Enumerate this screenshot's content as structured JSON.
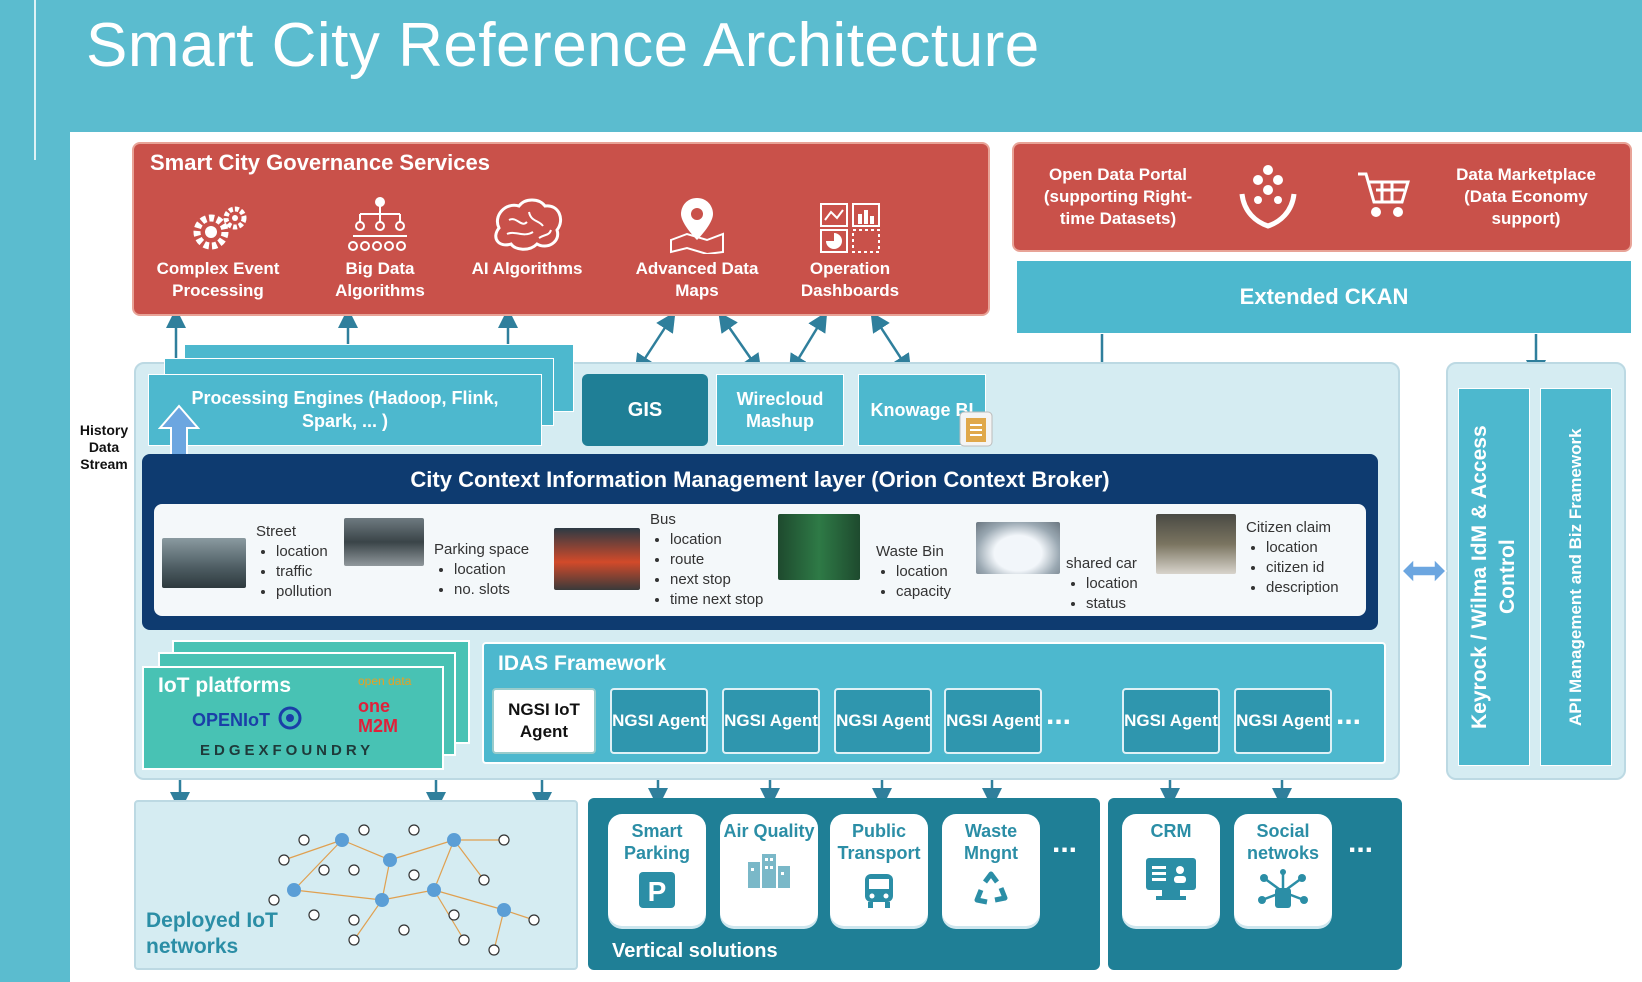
{
  "title": "Smart City Reference Architecture",
  "governance": {
    "title": "Smart City Governance Services",
    "items": [
      {
        "label": "Complex Event Processing",
        "icon": "gears-icon"
      },
      {
        "label": "Big Data Algorithms",
        "icon": "hierarchy-icon"
      },
      {
        "label": "AI Algorithms",
        "icon": "brain-icon"
      },
      {
        "label": "Advanced Data Maps",
        "icon": "map-pin-icon"
      },
      {
        "label": "Operation Dashboards",
        "icon": "dashboard-icon"
      }
    ]
  },
  "open_data": {
    "portal": "Open Data Portal (supporting Right-time Datasets)",
    "marketplace": "Data Marketplace (Data Economy support)",
    "ckan": "Extended CKAN"
  },
  "processing": "Processing Engines (Hadoop, Flink, Spark, ... )",
  "tools": [
    "GIS",
    "Wirecloud Mashup",
    "Knowage BI"
  ],
  "history_label": "History Data Stream",
  "context": {
    "title": "City Context Information Management layer (Orion Context Broker)",
    "entities": [
      {
        "name": "Street",
        "attrs": [
          "location",
          "traffic",
          "pollution"
        ]
      },
      {
        "name": "Parking space",
        "attrs": [
          "location",
          "no. slots"
        ]
      },
      {
        "name": "Bus",
        "attrs": [
          "location",
          "route",
          "next stop",
          "time next stop"
        ]
      },
      {
        "name": "Waste Bin",
        "attrs": [
          "location",
          "capacity"
        ]
      },
      {
        "name": "shared car",
        "attrs": [
          "location",
          "status"
        ]
      },
      {
        "name": "Citizen claim",
        "attrs": [
          "location",
          "citizen id",
          "description"
        ]
      }
    ]
  },
  "iot": {
    "title": "IoT platforms",
    "logos": [
      "open data",
      "OPENIoT",
      "one M2M",
      "EDGEXFOUNDRY"
    ]
  },
  "idas": {
    "title": "IDAS Framework",
    "agents": [
      "NGSI IoT Agent",
      "NGSI Agent",
      "NGSI Agent",
      "NGSI Agent",
      "NGSI Agent",
      "NGSI Agent",
      "NGSI Agent"
    ],
    "dots": "..."
  },
  "security": {
    "idm": "Keyrock / Wilma IdM & Access Control",
    "api": "API Management and Biz Framework"
  },
  "deployed": "Deployed IoT networks",
  "vertical": {
    "label": "Vertical solutions",
    "tiles": [
      "Smart Parking",
      "Air Quality",
      "Public Transport",
      "Waste Mngnt"
    ],
    "other_tiles": [
      "CRM",
      "Social netwoks"
    ],
    "dots": "..."
  },
  "colors": {
    "background": "#5bbccf",
    "governance_red": "#c9514a",
    "context_navy": "#0e3b70",
    "teal": "#4db8ce"
  }
}
